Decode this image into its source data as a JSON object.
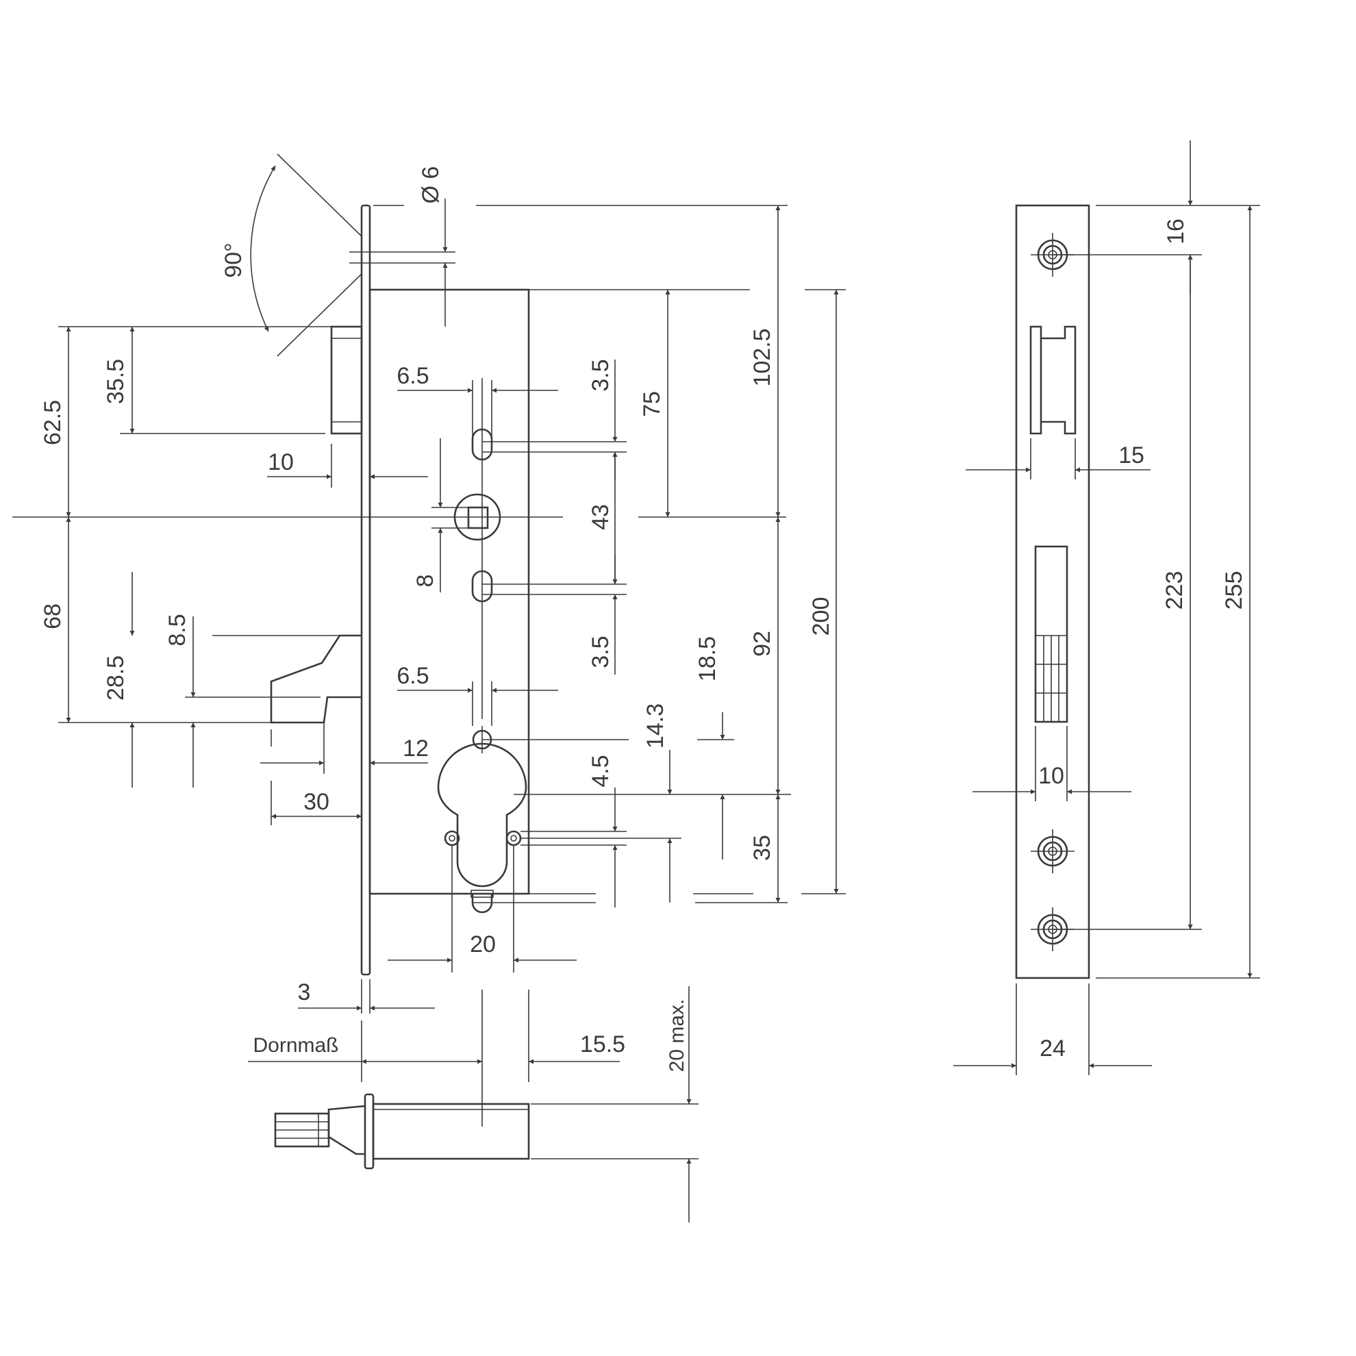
{
  "drawing": {
    "labels": {
      "diameter": "Ø 6",
      "angle": "90°",
      "d102_5": "102.5",
      "d75": "75",
      "d200": "200",
      "d6_5_top": "6.5",
      "d3_5_top": "3.5",
      "d35_5": "35.5",
      "d62_5": "62.5",
      "d10_left": "10",
      "d43": "43",
      "d8": "8",
      "d68": "68",
      "d8_5": "8.5",
      "d28_5": "28.5",
      "d3_5_mid": "3.5",
      "d6_5_mid": "6.5",
      "d18_5": "18.5",
      "d92": "92",
      "d14_3": "14.3",
      "d12": "12",
      "d4_5": "4.5",
      "d30": "30",
      "d35": "35",
      "d20": "20",
      "d3": "3",
      "d20max": "20 max.",
      "dornmass": "Dornmaß",
      "d15_5": "15.5",
      "d16": "16",
      "d15": "15",
      "d223": "223",
      "d255": "255",
      "d10_side": "10",
      "d24": "24"
    }
  }
}
